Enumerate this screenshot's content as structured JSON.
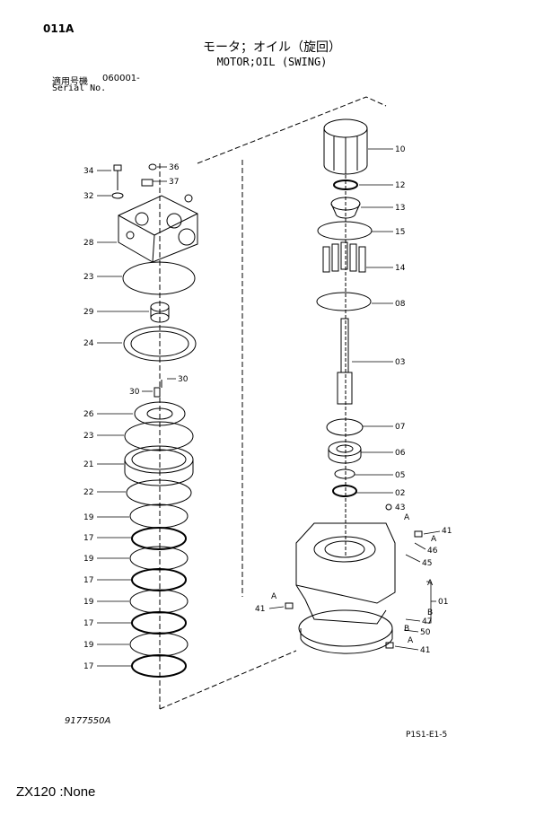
{
  "header": {
    "code": "011A",
    "title_jp": "モータ；オイル（旋回）",
    "title_en": "MOTOR;OIL (SWING)",
    "serial_label_jp": "適用号機",
    "serial_value": "060001-",
    "serial_label_en": "Serial No."
  },
  "callouts_left": [
    {
      "label": "34",
      "part": "bolt"
    },
    {
      "label": "36",
      "part": "pin"
    },
    {
      "label": "37",
      "part": "plug"
    },
    {
      "label": "32",
      "part": "washer"
    },
    {
      "label": "28",
      "part": "valve-cover"
    },
    {
      "label": "23",
      "part": "o-ring"
    },
    {
      "label": "29",
      "part": "bearing"
    },
    {
      "label": "24",
      "part": "plate"
    },
    {
      "label": "30",
      "part": "pin"
    },
    {
      "label": "30",
      "part": "pin"
    },
    {
      "label": "26",
      "part": "plate"
    },
    {
      "label": "23",
      "part": "o-ring"
    },
    {
      "label": "21",
      "part": "piston"
    },
    {
      "label": "22",
      "part": "ring"
    },
    {
      "label": "19",
      "part": "plate"
    },
    {
      "label": "17",
      "part": "friction-plate"
    },
    {
      "label": "19",
      "part": "plate"
    },
    {
      "label": "17",
      "part": "friction-plate"
    },
    {
      "label": "19",
      "part": "plate"
    },
    {
      "label": "17",
      "part": "friction-plate"
    },
    {
      "label": "19",
      "part": "plate"
    },
    {
      "label": "17",
      "part": "friction-plate"
    }
  ],
  "callouts_right": [
    {
      "label": "10",
      "part": "cylinder-block"
    },
    {
      "label": "12",
      "part": "ring"
    },
    {
      "label": "13",
      "part": "collar"
    },
    {
      "label": "15",
      "part": "plate"
    },
    {
      "label": "14",
      "part": "piston-assy"
    },
    {
      "label": "08",
      "part": "plate"
    },
    {
      "label": "03",
      "part": "shaft"
    },
    {
      "label": "07",
      "part": "snap-ring"
    },
    {
      "label": "06",
      "part": "bearing"
    },
    {
      "label": "05",
      "part": "ring"
    },
    {
      "label": "02",
      "part": "oil-seal"
    },
    {
      "label": "43",
      "part": "plug"
    },
    {
      "label": "41",
      "part": "plug"
    },
    {
      "label": "46",
      "part": "o-ring"
    },
    {
      "label": "45",
      "part": "plug"
    },
    {
      "label": "01",
      "part": "casing"
    },
    {
      "label": "41",
      "part": "plug"
    },
    {
      "label": "47",
      "part": "o-ring"
    },
    {
      "label": "50",
      "part": "plug"
    },
    {
      "label": "41",
      "part": "plug"
    }
  ],
  "ref_marks": {
    "a": "A",
    "b": "B"
  },
  "drawing_number": "9177550A",
  "page_code": "P1S1-E1-5",
  "footer": "ZX120 :None"
}
